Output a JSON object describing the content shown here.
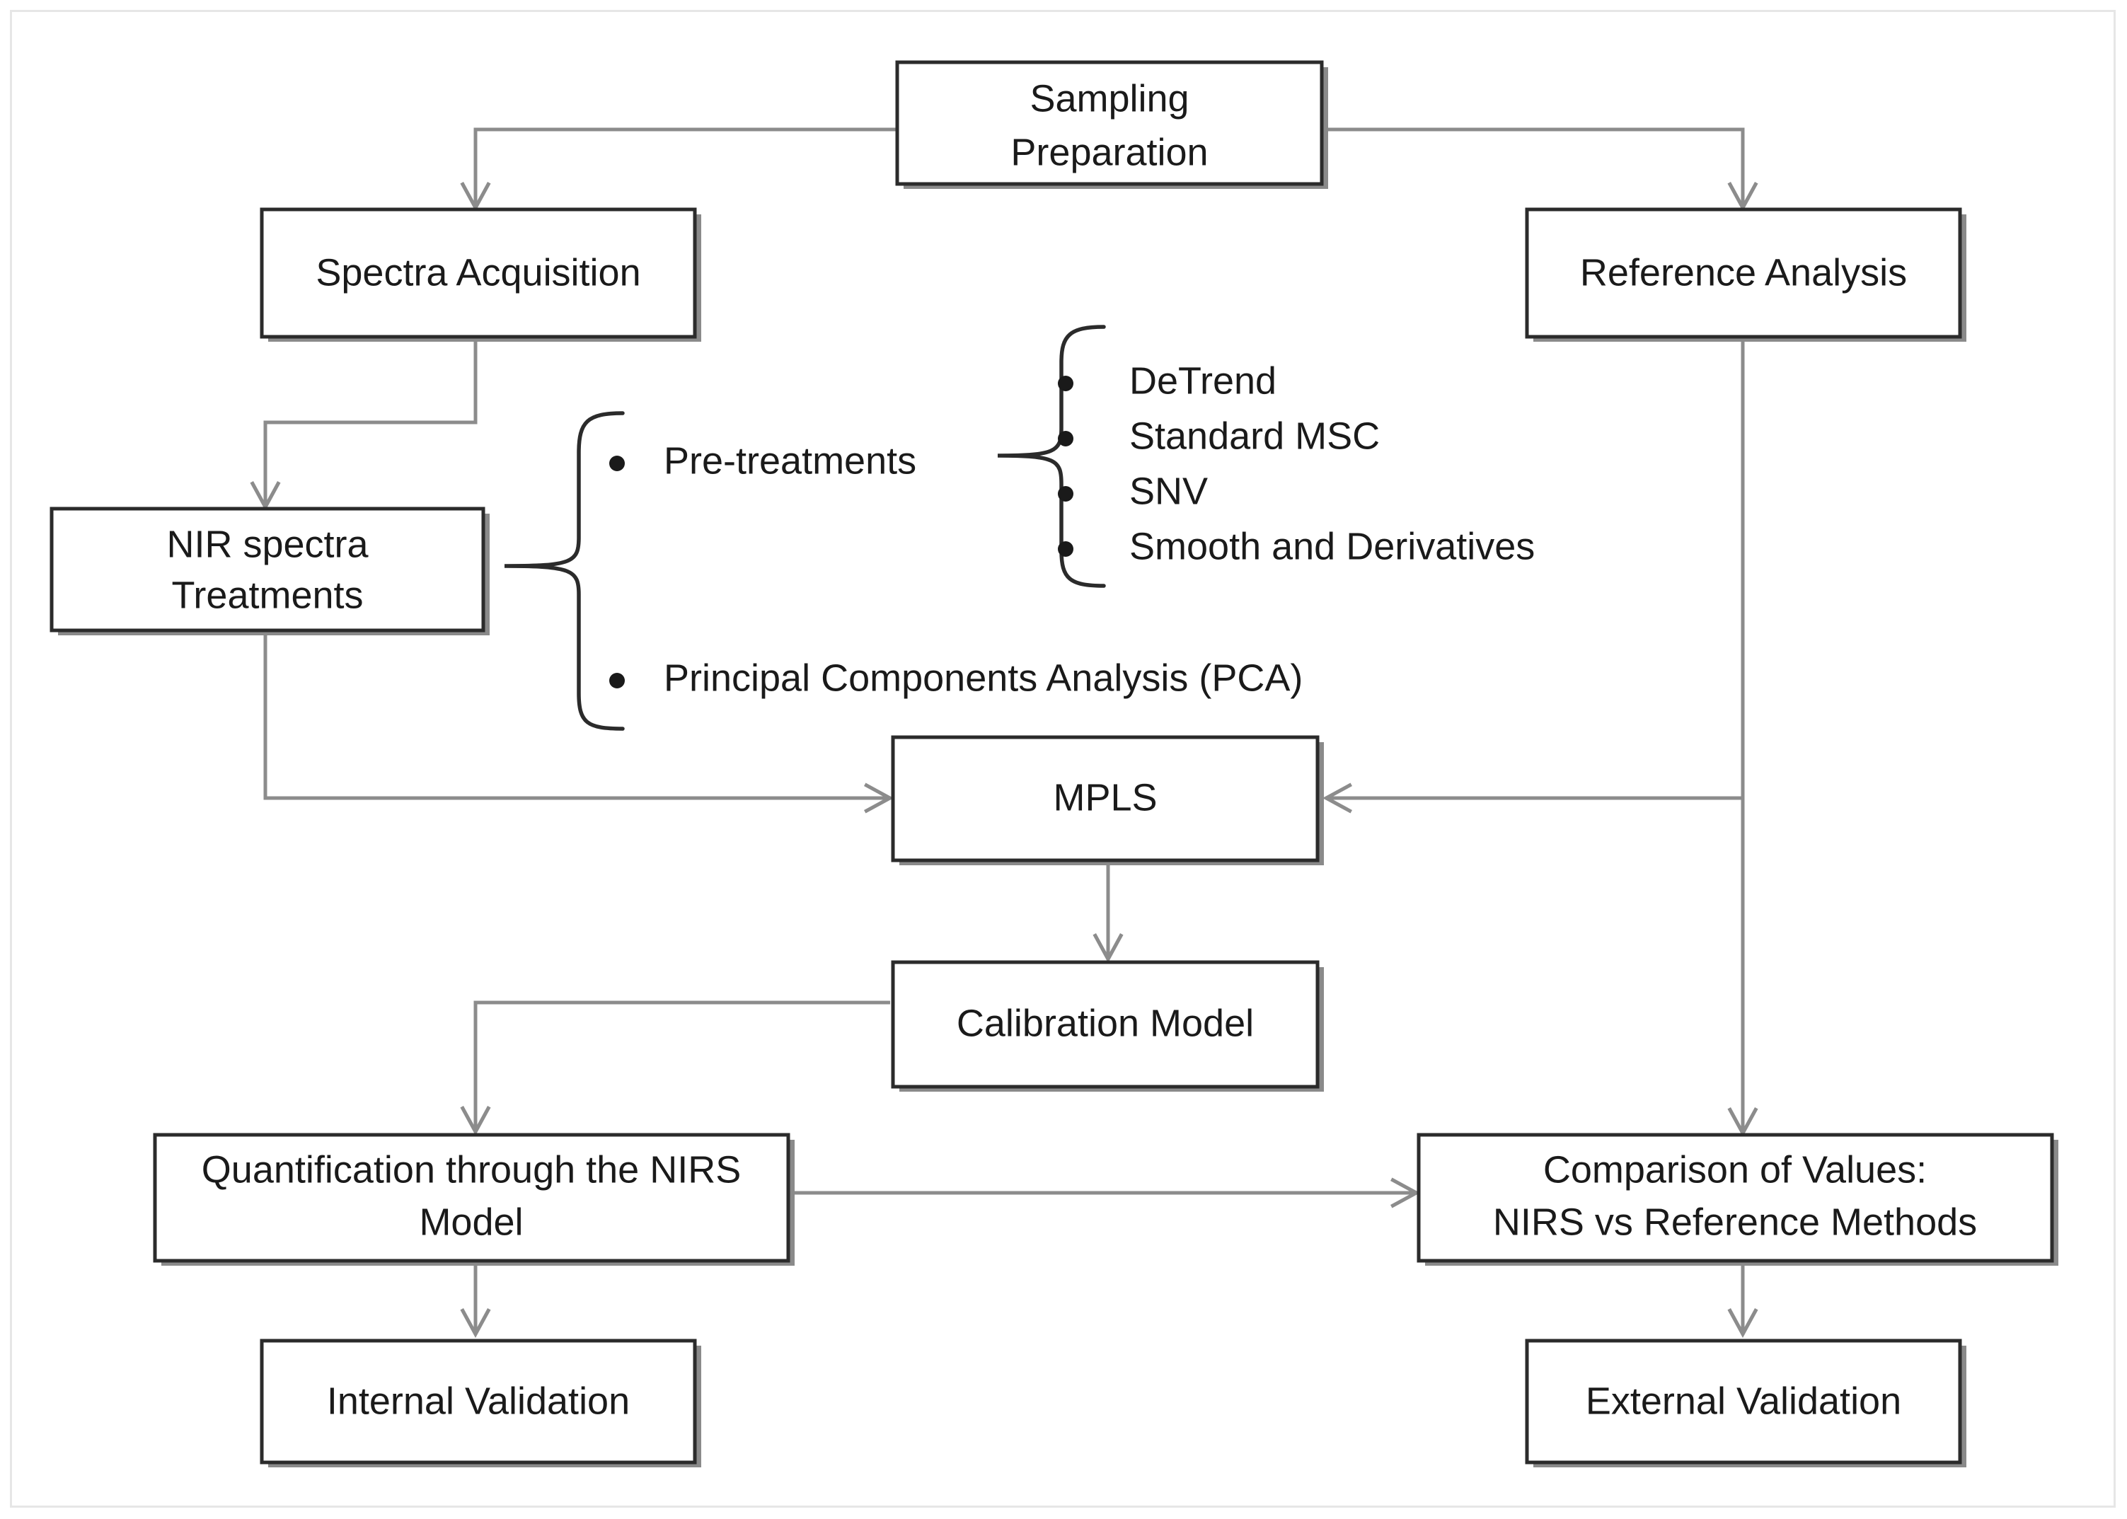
{
  "diagram": {
    "title": "NIRS calibration and validation workflow",
    "colors": {
      "box_border": "#2b2b2b",
      "box_fill": "#ffffff",
      "connector": "#8c8c8c",
      "text": "#1a1a1a",
      "page_frame": "#e6e6e6"
    },
    "nodes": {
      "sampling_preparation": {
        "line1": "Sampling",
        "line2": "Preparation"
      },
      "spectra_acquisition": {
        "line1": "Spectra Acquisition"
      },
      "reference_analysis": {
        "line1": "Reference  Analysis"
      },
      "nir_spectra_treatments": {
        "line1": "NIR spectra",
        "line2": "Treatments"
      },
      "mpls": {
        "line1": "MPLS"
      },
      "calibration_model": {
        "line1": "Calibration Model"
      },
      "quantification_nirs_model": {
        "line1": "Quantification through the NIRS",
        "line2": "Model"
      },
      "comparison_of_values": {
        "line1": "Comparison of Values:",
        "line2": "NIRS vs Reference Methods"
      },
      "internal_validation": {
        "line1": "Internal Validation"
      },
      "external_validation": {
        "line1": "External Validation"
      }
    },
    "treatments_group": {
      "primary_items": [
        {
          "label": "Pre-treatments"
        },
        {
          "label": "Principal Components Analysis (PCA)"
        }
      ],
      "pretreatment_items": [
        {
          "label": "DeTrend"
        },
        {
          "label": "Standard MSC"
        },
        {
          "label": "SNV"
        },
        {
          "label": "Smooth and Derivatives"
        }
      ]
    },
    "edges": [
      {
        "from": "sampling_preparation",
        "to": "spectra_acquisition",
        "style": "elbow-left-down",
        "arrow": true
      },
      {
        "from": "sampling_preparation",
        "to": "reference_analysis",
        "style": "elbow-right-down",
        "arrow": true
      },
      {
        "from": "spectra_acquisition",
        "to": "nir_spectra_treatments",
        "style": "z-down-left-down",
        "arrow": true
      },
      {
        "from": "nir_spectra_treatments",
        "to": "mpls",
        "style": "down-right",
        "arrow": true
      },
      {
        "from": "reference_analysis",
        "to": "mpls",
        "style": "down-left",
        "arrow": true
      },
      {
        "from": "reference_analysis",
        "to": "comparison_of_values",
        "style": "straight-down",
        "arrow": true
      },
      {
        "from": "mpls",
        "to": "calibration_model",
        "style": "straight-down",
        "arrow": true
      },
      {
        "from": "calibration_model",
        "to": "quantification_nirs_model",
        "style": "left-down",
        "arrow": true
      },
      {
        "from": "quantification_nirs_model",
        "to": "comparison_of_values",
        "style": "straight-right",
        "arrow": true
      },
      {
        "from": "quantification_nirs_model",
        "to": "internal_validation",
        "style": "straight-down",
        "arrow": true
      },
      {
        "from": "comparison_of_values",
        "to": "external_validation",
        "style": "straight-down",
        "arrow": true
      }
    ]
  }
}
